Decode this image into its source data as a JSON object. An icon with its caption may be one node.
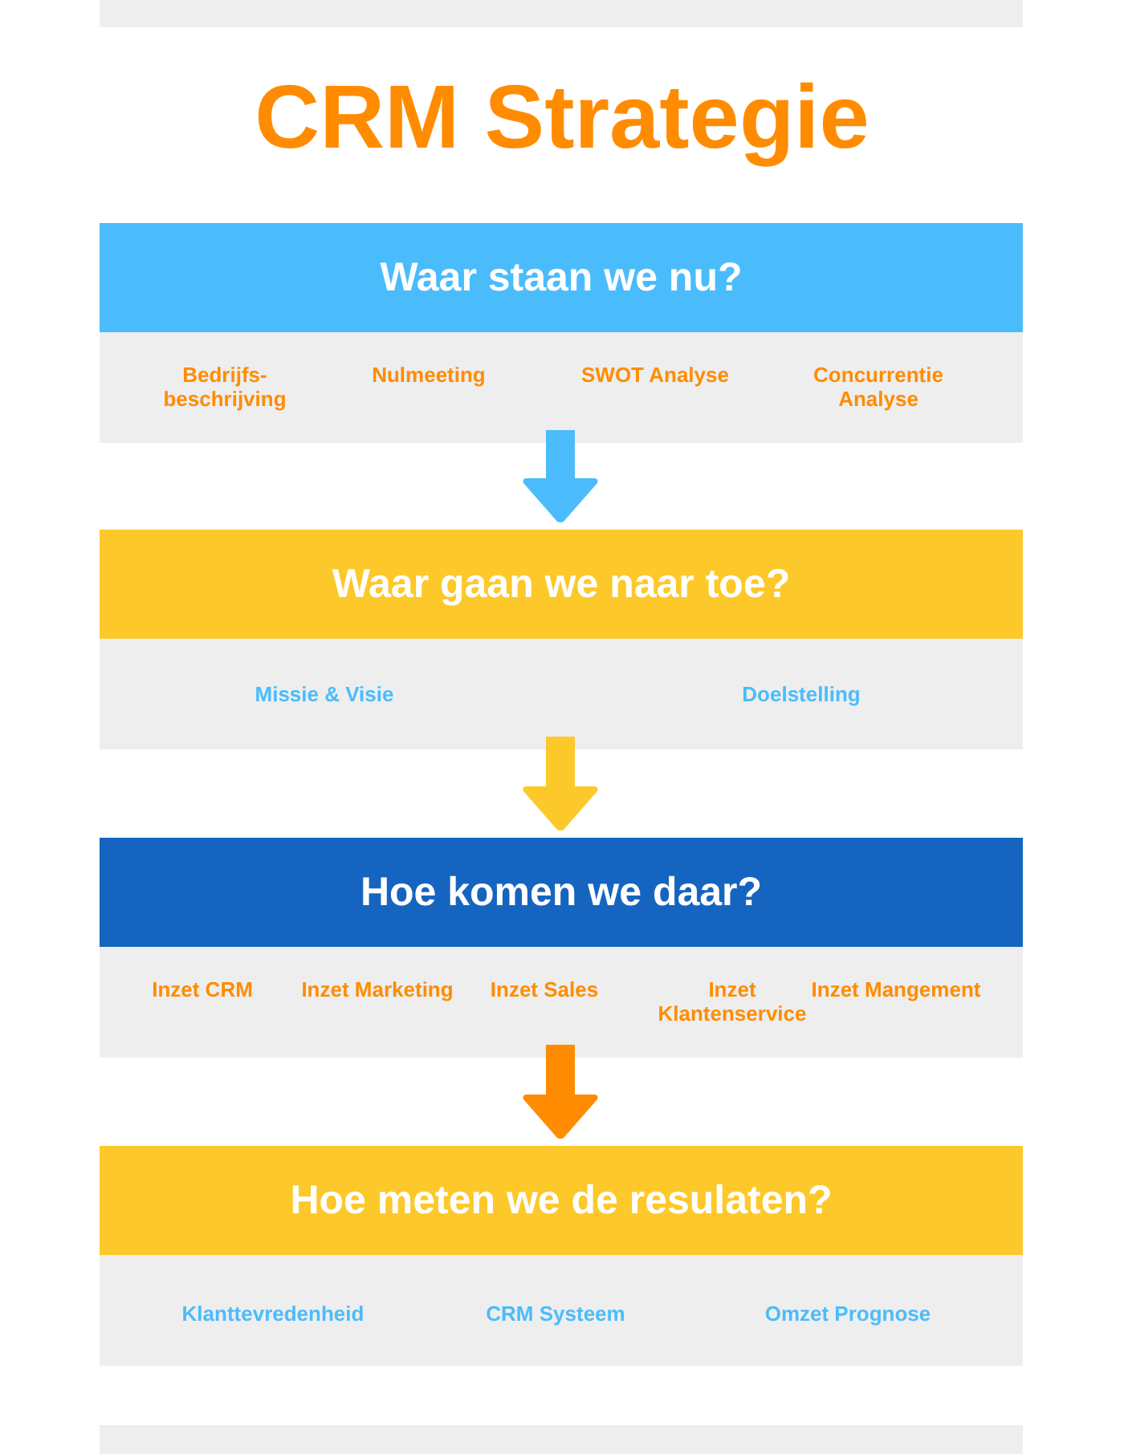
{
  "diagram": {
    "title": "CRM Strategie",
    "nodes": [
      {
        "text": [
          "Waar staan we nu?"
        ]
      },
      {
        "text": [
          "Bedrijfs- beschrijving",
          "Nulmeeting",
          "SWOT Analyse",
          "Concurrentie Analyse"
        ]
      },
      {
        "text": [
          "Waar gaan we naar toe?"
        ]
      },
      {
        "text": [
          "Missie & Visie",
          "Doelstelling"
        ]
      },
      {
        "text": [
          "Hoe komen we daar?"
        ]
      },
      {
        "text": [
          "Inzet CRM",
          "Inzet Marketing",
          "Inzet Sales",
          "Inzet Klantenservice",
          "Inzet Mangement"
        ]
      },
      {
        "text": [
          "Hoe meten we de resulaten?"
        ]
      },
      {
        "text": [
          "Klanttevredenheid",
          "CRM Systeem",
          "Omzet Prognose"
        ]
      }
    ],
    "edges": [
      {
        "from": 1,
        "to": 2,
        "arrow": "to",
        "color": "#4bbcfb"
      },
      {
        "from": 3,
        "to": 4,
        "arrow": "to",
        "color": "#fdc82a"
      },
      {
        "from": 5,
        "to": 6,
        "arrow": "to",
        "color": "#ff8c00"
      }
    ]
  }
}
